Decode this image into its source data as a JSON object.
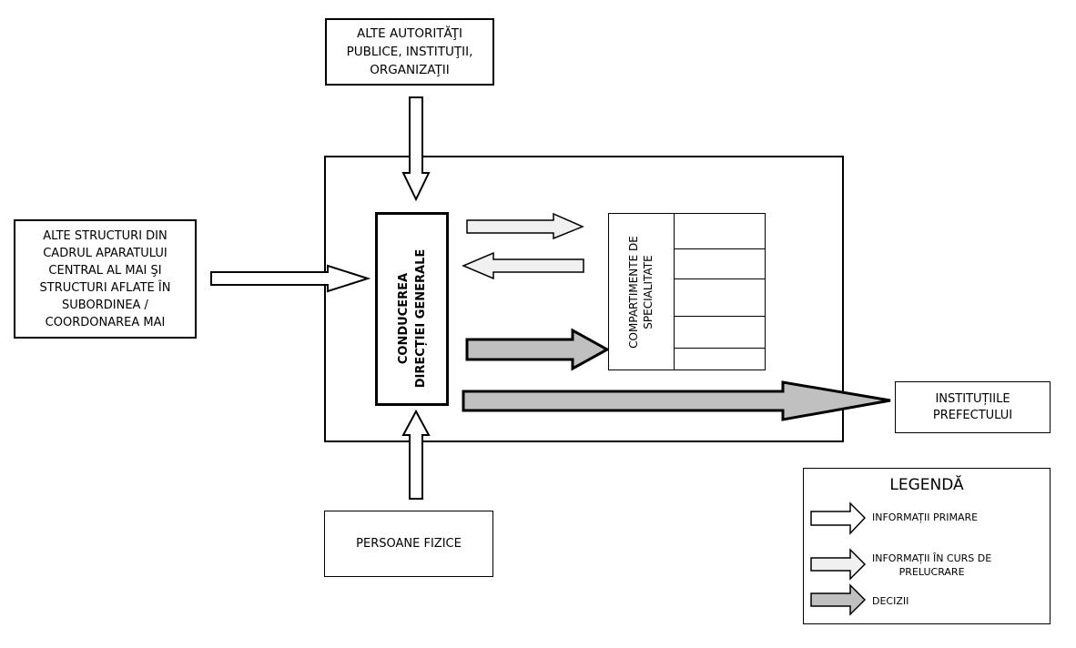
{
  "diagram": {
    "nodes": {
      "other_authorities": {
        "label": "ALTE AUTORITĂŢI\nPUBLICE, INSTITUŢII,\nORGANIZAŢII"
      },
      "other_structures": {
        "label": "ALTE STRUCTURI DIN\nCADRUL APARATULUI\nCENTRAL AL MAI ŞI\nSTRUCTURI AFLATE ÎN\nSUBORDINEA /\nCOORDONAREA MAI"
      },
      "leadership": {
        "label": "CONDUCEREA\nDIRECȚIEI GENERALE"
      },
      "departments": {
        "label": "COMPARTIMENTE DE\nSPECIALITATE",
        "sub_rows": 5
      },
      "prefect_institutions": {
        "label": "INSTITUȚIILE\nPREFECTULUI"
      },
      "natural_persons": {
        "label": "PERSOANE FIZICE"
      }
    },
    "edges": [
      {
        "from": "other_authorities",
        "to": "leadership",
        "type": "primary"
      },
      {
        "from": "other_structures",
        "to": "leadership",
        "type": "primary"
      },
      {
        "from": "natural_persons",
        "to": "leadership",
        "type": "primary"
      },
      {
        "from": "leadership",
        "to": "departments",
        "type": "processing"
      },
      {
        "from": "departments",
        "to": "leadership",
        "type": "processing"
      },
      {
        "from": "leadership",
        "to": "departments",
        "type": "decision"
      },
      {
        "from": "leadership",
        "to": "prefect_institutions",
        "type": "decision"
      }
    ],
    "colors": {
      "primary": "#ffffff",
      "processing": "#f0f0f0",
      "decision": "#c0c0c0",
      "stroke": "#000000"
    }
  },
  "legend": {
    "title": "LEGENDĂ",
    "items": [
      {
        "type": "primary",
        "label": "INFORMAȚII PRIMARE"
      },
      {
        "type": "processing",
        "label": "INFORMAȚII ÎN CURS DE\nPRELUCRARE"
      },
      {
        "type": "decision",
        "label": "DECIZII"
      }
    ]
  }
}
